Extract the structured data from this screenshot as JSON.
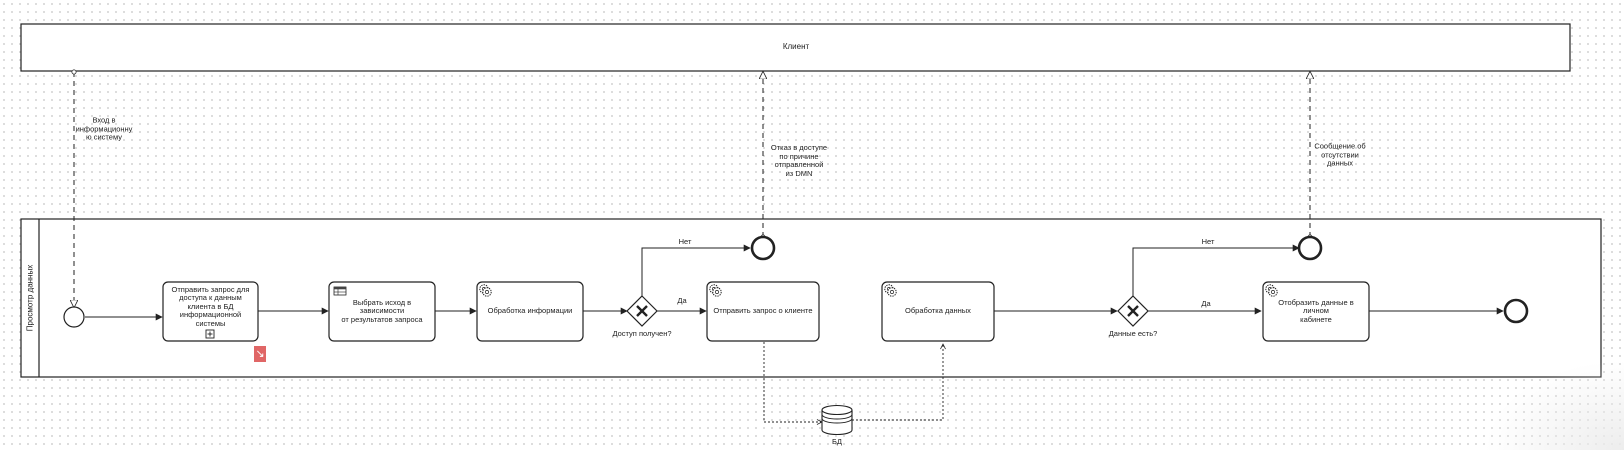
{
  "pools": {
    "client": {
      "title": "Клиент"
    },
    "process": {
      "lane_title": "Просмотр данных"
    }
  },
  "tasks": {
    "send_request_db": {
      "label": "Отправить запрос для\nдоступа к данным\nклиента в БД\nинформационной системы",
      "type": "subprocess"
    },
    "choose_outcome": {
      "label": "Выбрать исход в зависимости\nот результатов запроса",
      "type": "business-rule"
    },
    "process_info": {
      "label": "Обработка информации",
      "type": "service"
    },
    "send_client_request": {
      "label": "Отправить запрос о клиенте",
      "type": "service"
    },
    "process_data": {
      "label": "Обработка данных",
      "type": "service"
    },
    "show_data": {
      "label": "Отобразить данные в личном\nкабинете",
      "type": "service"
    }
  },
  "gateways": {
    "access": {
      "label": "Доступ получен?",
      "yes": "Да",
      "no": "Нет"
    },
    "data": {
      "label": "Данные есть?",
      "yes": "Да",
      "no": "Нет"
    }
  },
  "messages": {
    "login": "Вход в\nинформационну\nю систему",
    "access_denied": "Отказ в доступе\nпо причине\nотправленной\nиз DMN",
    "no_data": "Сообщение об\nотсутствии\nданных"
  },
  "datastore": {
    "label": "БД"
  },
  "colors": {
    "stroke": "#222222",
    "marker": "#e06666",
    "background": "#ffffff"
  },
  "icons": [
    "gear-icon",
    "table-icon",
    "plus-icon",
    "arrow-icon",
    "x-icon"
  ]
}
